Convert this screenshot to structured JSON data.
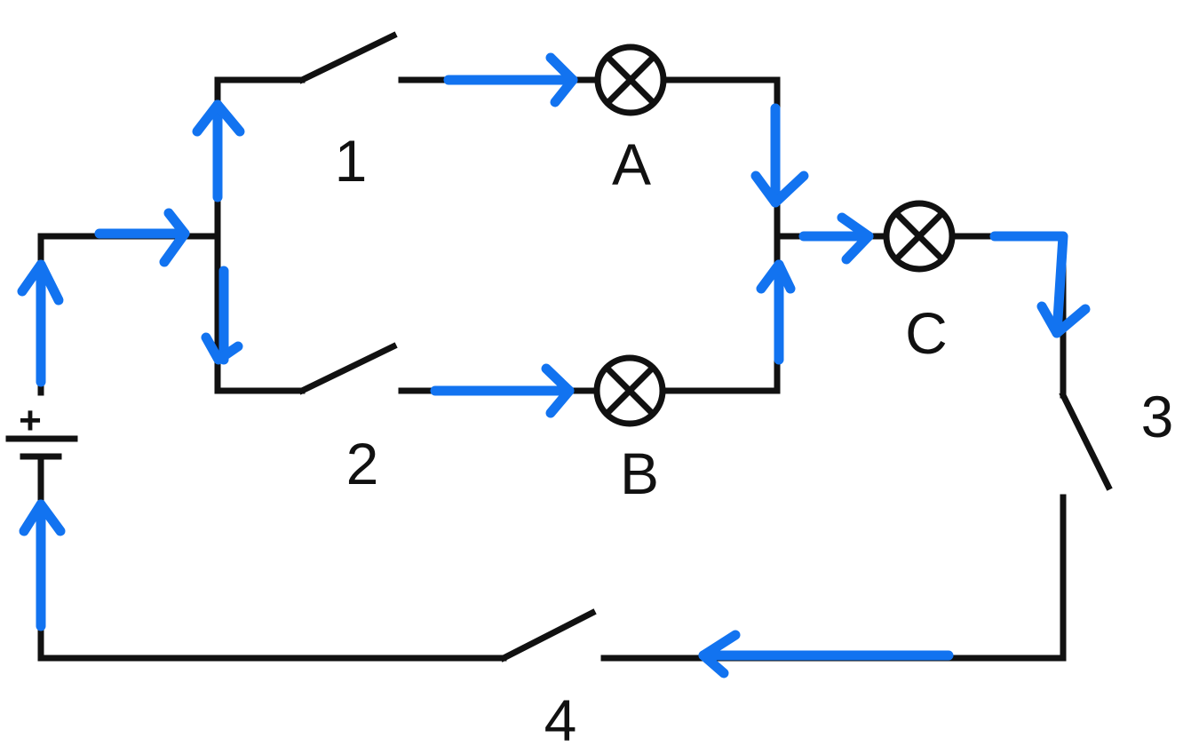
{
  "labels": {
    "switch_1": "1",
    "switch_2": "2",
    "switch_3": "3",
    "switch_4": "4",
    "lamp_a": "A",
    "lamp_b": "B",
    "lamp_c": "C",
    "battery_positive": "+"
  },
  "colors": {
    "wire": "#111111",
    "current_flow": "#1273f0",
    "background": "#ffffff"
  },
  "icons": {
    "lamp": "lamp-cross-circle-icon",
    "switch": "open-switch-icon",
    "battery": "battery-icon",
    "arrow": "current-arrow-icon"
  }
}
